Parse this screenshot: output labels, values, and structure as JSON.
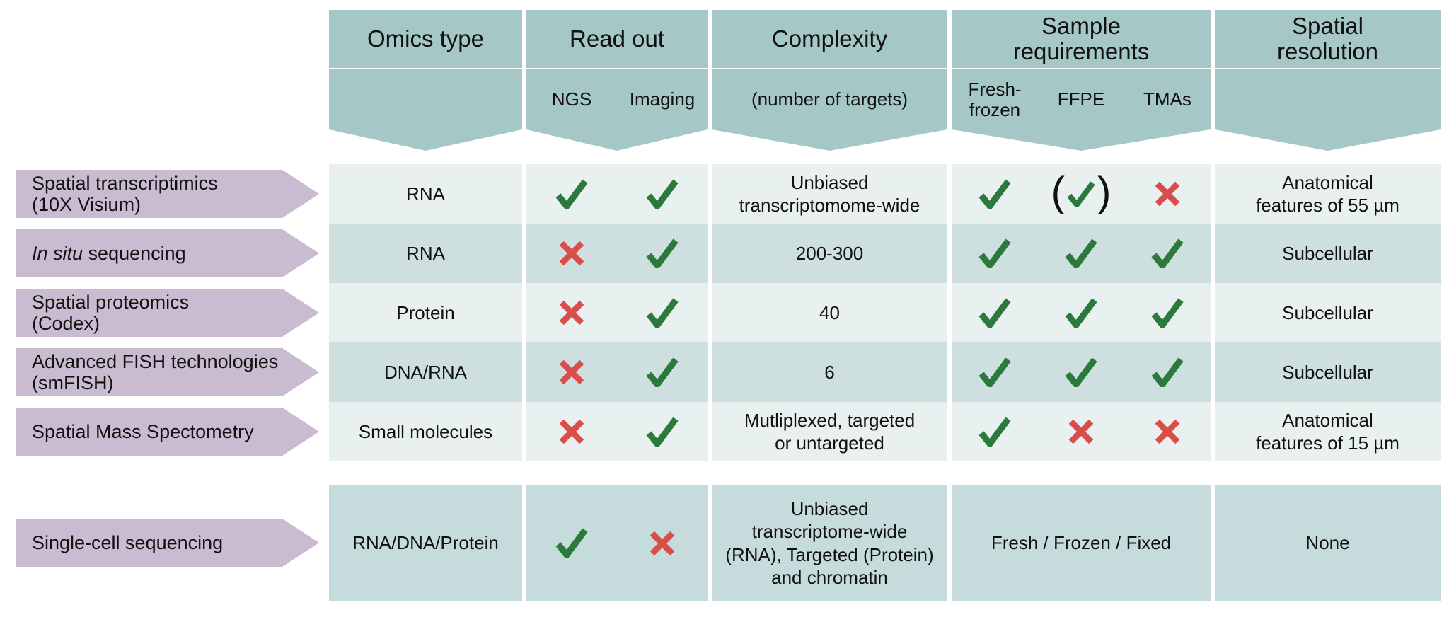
{
  "colors": {
    "header_bg": "#a5c8c7",
    "row_light": "#e8f0f0",
    "row_dark": "#cddfdf",
    "bottom_row": "#c6dbdb",
    "arrow_bg": "#c9bcd0",
    "check": "#2b7a3c",
    "cross": "#d94e4a"
  },
  "header": {
    "omics": "Omics type",
    "readout": "Read out",
    "complexity": "Complexity",
    "sample": "Sample\nrequirements",
    "spatial": "Spatial\nresolution",
    "sub": {
      "ngs": "NGS",
      "imaging": "Imaging",
      "targets": "(number of targets)",
      "fresh": "Fresh-\nfrozen",
      "ffpe": "FFPE",
      "tmas": "TMAs"
    }
  },
  "rows": [
    {
      "label": {
        "italic": "",
        "text": "Spatial transcriptimics",
        "line2": "(10X Visium)"
      },
      "omics": "RNA",
      "ngs": "check",
      "imaging": "check",
      "complexity": "Unbiased\ntranscriptomome-wide",
      "fresh": "check",
      "ffpe": "check-paren",
      "tmas": "cross",
      "resolution": "Anatomical\nfeatures of 55 µm"
    },
    {
      "label": {
        "italic": "In situ",
        "text": " sequencing",
        "line2": ""
      },
      "omics": "RNA",
      "ngs": "cross",
      "imaging": "check",
      "complexity": "200-300",
      "fresh": "check",
      "ffpe": "check",
      "tmas": "check",
      "resolution": "Subcellular"
    },
    {
      "label": {
        "italic": "",
        "text": "Spatial proteomics",
        "line2": "(Codex)"
      },
      "omics": "Protein",
      "ngs": "cross",
      "imaging": "check",
      "complexity": "40",
      "fresh": "check",
      "ffpe": "check",
      "tmas": "check",
      "resolution": "Subcellular"
    },
    {
      "label": {
        "italic": "",
        "text": "Advanced FISH technologies",
        "line2": "(smFISH)"
      },
      "omics": "DNA/RNA",
      "ngs": "cross",
      "imaging": "check",
      "complexity": "6",
      "fresh": "check",
      "ffpe": "check",
      "tmas": "check",
      "resolution": "Subcellular"
    },
    {
      "label": {
        "italic": "",
        "text": "Spatial Mass Spectometry",
        "line2": ""
      },
      "omics": "Small molecules",
      "ngs": "cross",
      "imaging": "check",
      "complexity": "Mutliplexed, targeted\nor untargeted",
      "fresh": "check",
      "ffpe": "cross",
      "tmas": "cross",
      "resolution": "Anatomical\nfeatures of 15 µm"
    }
  ],
  "single_cell_row": {
    "label": {
      "italic": "",
      "text": "Single-cell sequencing",
      "line2": ""
    },
    "omics": "RNA/DNA/Protein",
    "ngs": "check",
    "imaging": "cross",
    "complexity": "Unbiased\ntranscriptome-wide\n(RNA), Targeted (Protein)\nand chromatin",
    "sample": "Fresh / Frozen / Fixed",
    "resolution": "None"
  }
}
